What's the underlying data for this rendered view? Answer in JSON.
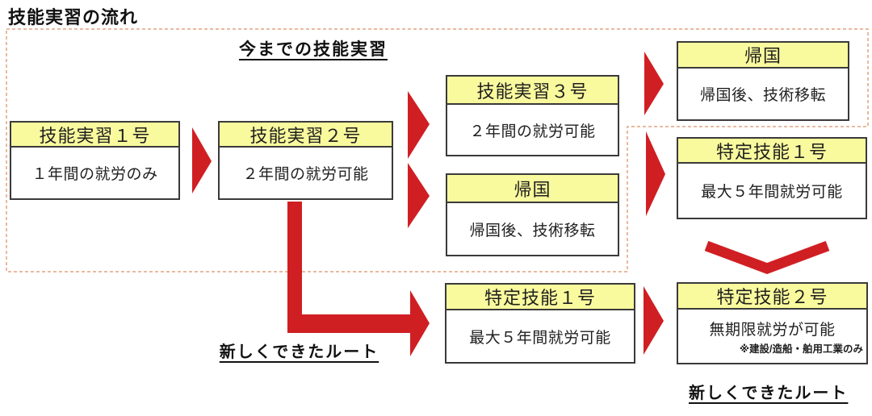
{
  "title": "技能実習の流れ",
  "labels": {
    "old_route": "今までの技能実習",
    "new_route_bottom_left": "新しくできたルート",
    "new_route_bottom_right": "新しくできたルート"
  },
  "boxes": {
    "ginou1": {
      "header": "技能実習１号",
      "body": "１年間の就労のみ"
    },
    "ginou2": {
      "header": "技能実習２号",
      "body": "２年間の就労可能"
    },
    "ginou3": {
      "header": "技能実習３号",
      "body": "２年間の就労可能"
    },
    "kikoku_mid": {
      "header": "帰国",
      "body": "帰国後、技術移転"
    },
    "kikoku_top": {
      "header": "帰国",
      "body": "帰国後、技術移転"
    },
    "tokutei1_right": {
      "header": "特定技能１号",
      "body": "最大５年間就労可能"
    },
    "tokutei1_bottom": {
      "header": "特定技能１号",
      "body": "最大５年間就労可能"
    },
    "tokutei2": {
      "header": "特定技能２号",
      "body": "無期限就労が可能",
      "note": "※建設/造船・舶用工業のみ"
    }
  },
  "colors": {
    "arrow_red": "#d01f23",
    "header_yellow": "#f9f99e",
    "dashed_border_orange": "#e2a47e",
    "box_border": "#3a3a3a"
  }
}
